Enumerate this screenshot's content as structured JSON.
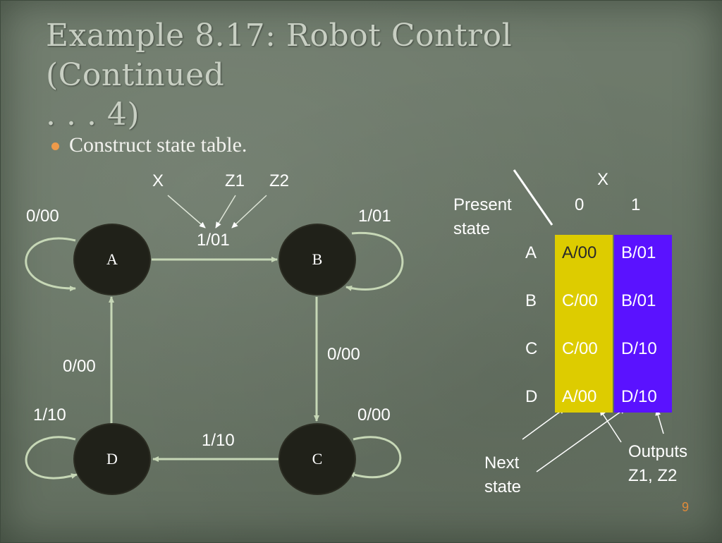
{
  "slide": {
    "title_line1": "Example 8.17: Robot Control (Continued",
    "title_line2": ". . . 4)",
    "bullet": "Construct state table.",
    "page_number": "9"
  },
  "diagram": {
    "states": [
      {
        "id": "A",
        "label": "A"
      },
      {
        "id": "B",
        "label": "B"
      },
      {
        "id": "C",
        "label": "C"
      },
      {
        "id": "D",
        "label": "D"
      }
    ],
    "legend": {
      "x": "X",
      "z1": "Z1",
      "z2": "Z2"
    },
    "edge_labels": {
      "a_self": "0/00",
      "a_to_b": "1/01",
      "b_self": "1/01",
      "b_to_c": "0/00",
      "c_self": "0/00",
      "c_to_d": "1/10",
      "d_self": "1/10",
      "d_to_a": "0/00"
    },
    "colors": {
      "node": "#202119",
      "edge": "#c6d7b6",
      "background": "#6a7767"
    }
  },
  "state_table": {
    "input_label": "X",
    "present_state_label_1": "Present",
    "present_state_label_2": "state",
    "input_values": [
      "0",
      "1"
    ],
    "rows": [
      {
        "state": "A",
        "x0": "A/00",
        "x1": "B/01"
      },
      {
        "state": "B",
        "x0": "C/00",
        "x1": "B/01"
      },
      {
        "state": "C",
        "x0": "C/00",
        "x1": "D/10"
      },
      {
        "state": "D",
        "x0": "A/00",
        "x1": "D/10"
      }
    ],
    "next_state_label_1": "Next",
    "next_state_label_2": "state",
    "outputs_label_1": "Outputs",
    "outputs_label_2": "Z1, Z2",
    "colors": {
      "next_state_column": "#ddcc00",
      "output_column": "#5a12ff"
    }
  }
}
